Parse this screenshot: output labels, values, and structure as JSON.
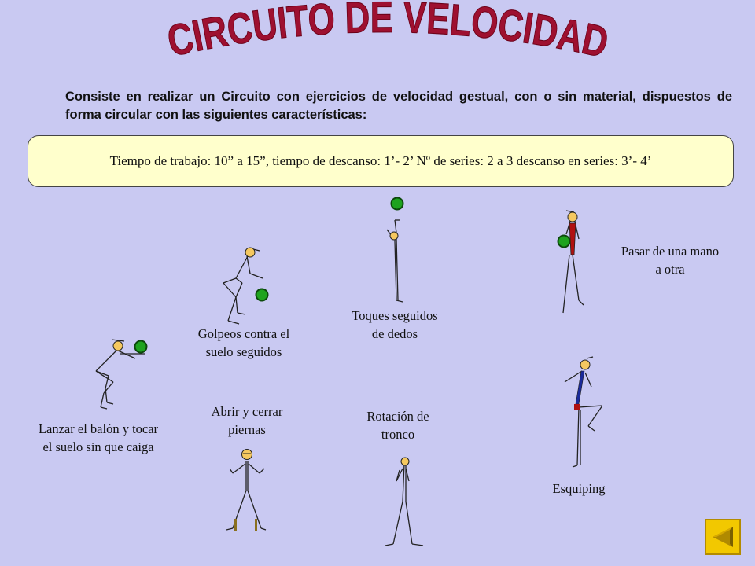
{
  "title": "CIRCUITO DE VELOCIDAD",
  "intro": "Consiste en realizar un Circuito con ejercicios de velocidad gestual, con o sin material, dispuestos de forma circular con las siguientes características:",
  "info_box": "Tiempo de trabajo: 10” a  15”, tiempo de descanso: 1’- 2’ Nº de series: 2 a 3 descanso en series: 3’- 4’",
  "exercises": [
    {
      "line1": "Golpeos contra el",
      "line2": "suelo seguidos"
    },
    {
      "line1": "Toques seguidos",
      "line2": "de dedos"
    },
    {
      "line1": "Pasar de una mano",
      "line2": "a otra"
    },
    {
      "line1": "Lanzar el balón y tocar",
      "line2": "el suelo sin que caiga"
    },
    {
      "line1": "Abrir y cerrar",
      "line2": "piernas"
    },
    {
      "line1": "Rotación de",
      "line2": "tronco"
    },
    {
      "line1": "Esquiping",
      "line2": ""
    }
  ],
  "colors": {
    "background": "#c9c9f2",
    "title": "#9e1030",
    "box": "#ffffcc",
    "head": "#f5c860",
    "ball": "#1ea31e",
    "nav": "#f2c800"
  },
  "icons": {
    "nav": "back-arrow-icon"
  }
}
